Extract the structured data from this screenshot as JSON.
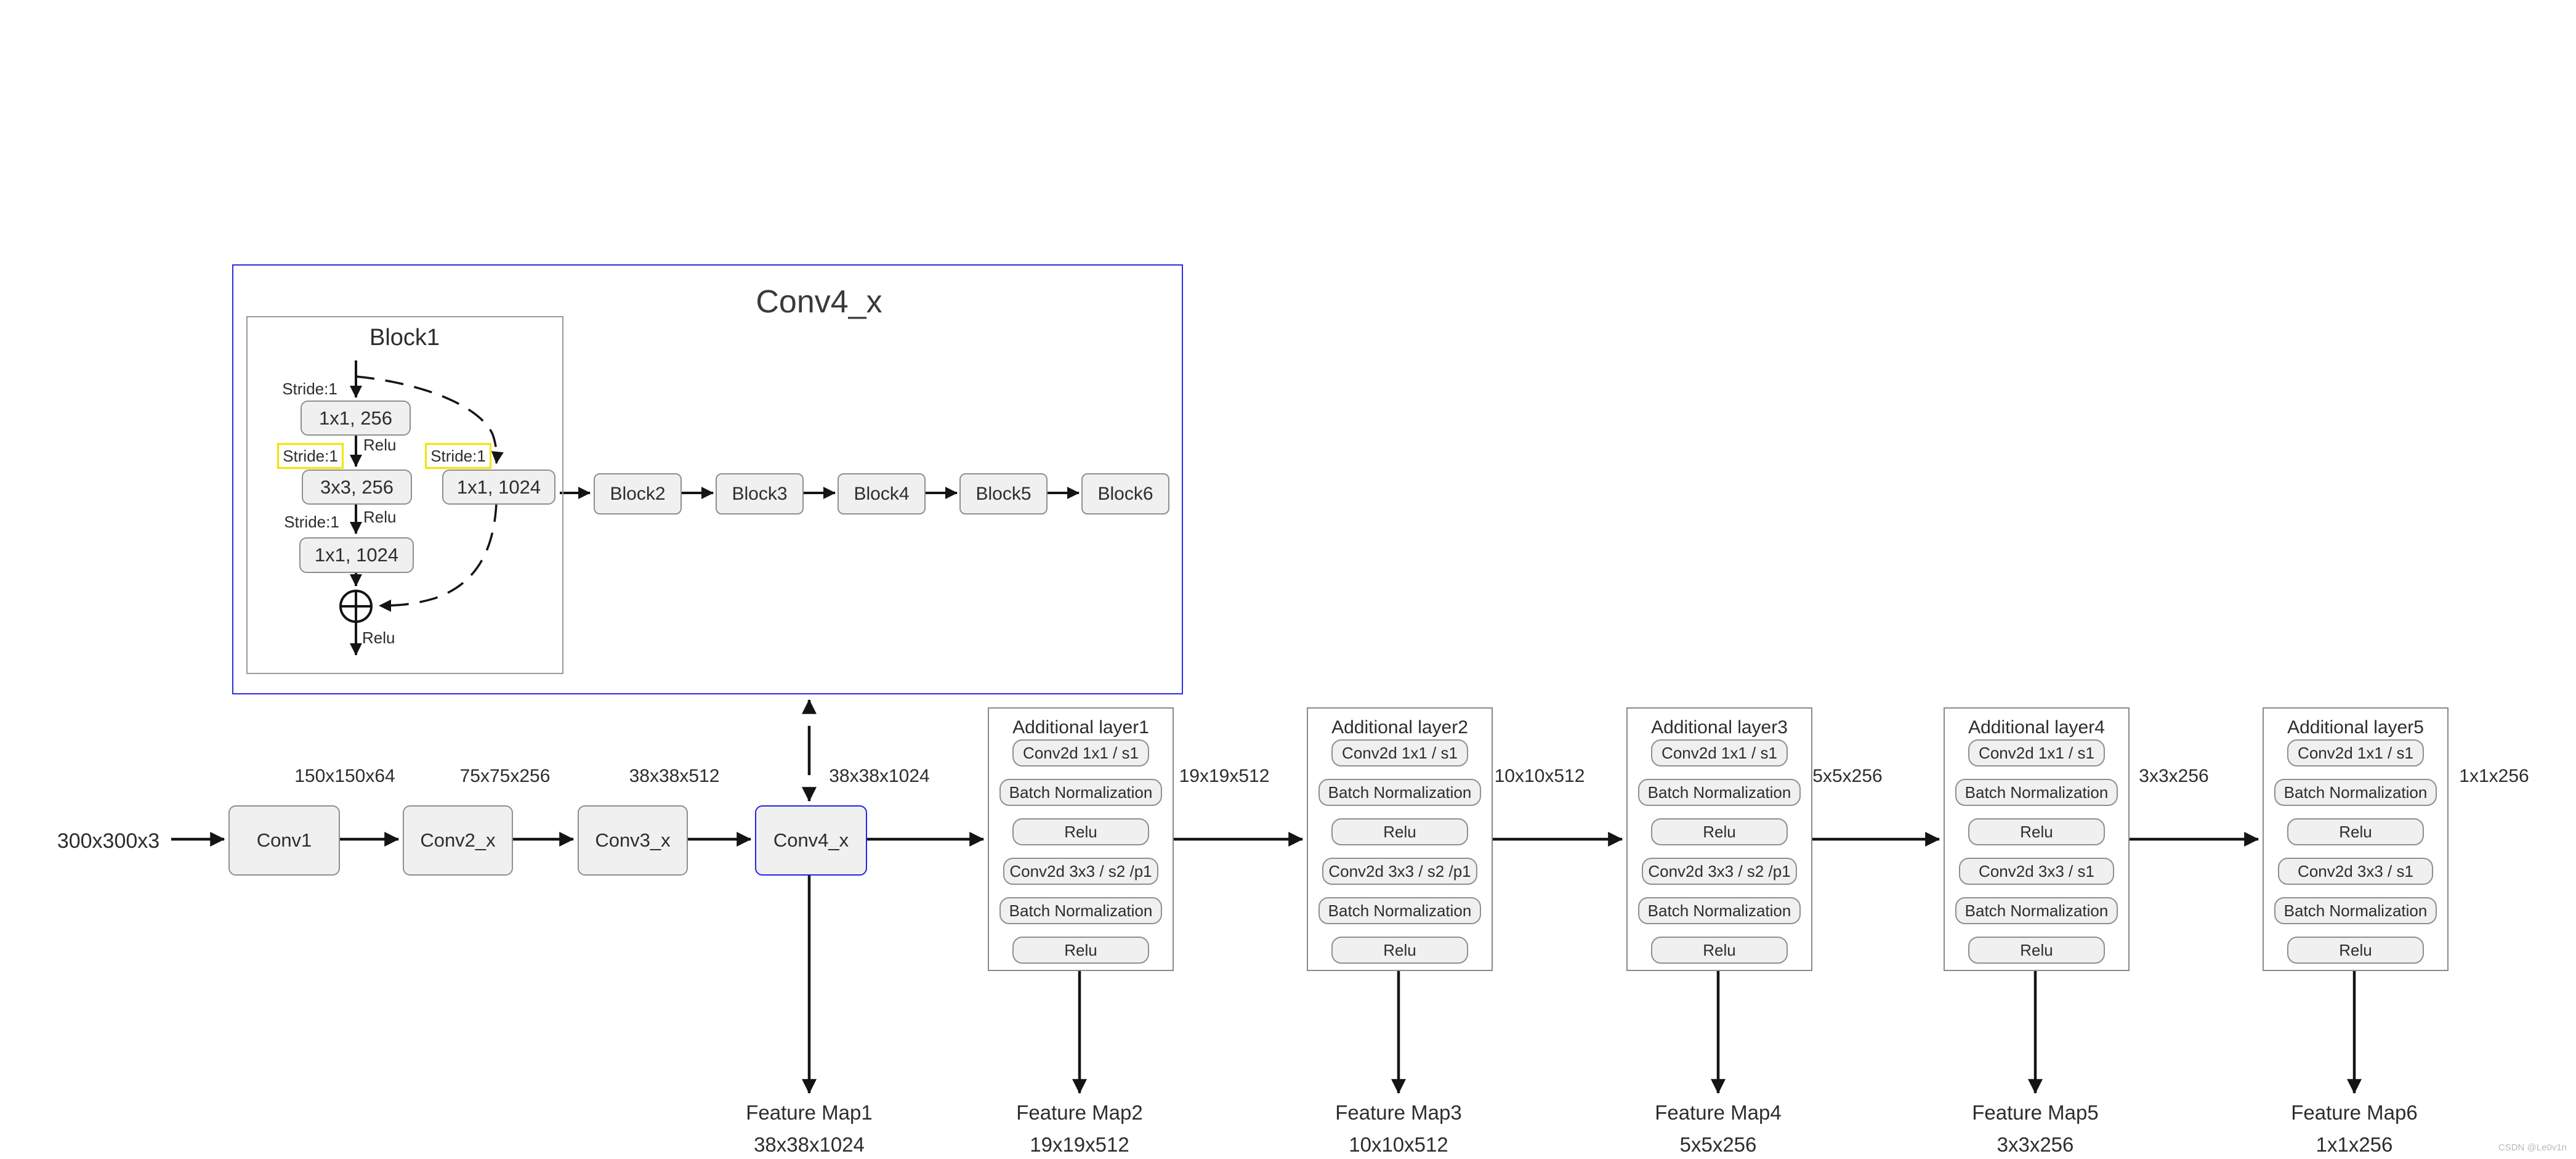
{
  "detail_panel": {
    "title": "Conv4_x",
    "block1": {
      "title": "Block1",
      "stride_top": "Stride:1",
      "stride_left": "Stride:1",
      "stride_right": "Stride:1",
      "stride_bottom": "Stride:1",
      "conv_a": "1x1, 256",
      "conv_b": "3x3, 256",
      "conv_c": "1x1, 1024",
      "shortcut_conv": "1x1, 1024",
      "relu_1": "Relu",
      "relu_2": "Relu",
      "relu_out": "Relu"
    },
    "blocks": [
      "Block2",
      "Block3",
      "Block4",
      "Block5",
      "Block6"
    ]
  },
  "pipeline": {
    "input_dim": "300x300x3",
    "stages": [
      "Conv1",
      "Conv2_x",
      "Conv3_x",
      "Conv4_x"
    ],
    "edge_dims": [
      "150x150x64",
      "75x75x256",
      "38x38x512",
      "38x38x1024",
      "19x19x512",
      "10x10x512",
      "5x5x256",
      "3x3x256",
      "1x1x256"
    ]
  },
  "additional_layers": [
    {
      "title": "Additional layer1",
      "steps": [
        "Conv2d 1x1 / s1",
        "Batch Normalization",
        "Relu",
        "Conv2d 3x3 / s2 /p1",
        "Batch Normalization",
        "Relu"
      ]
    },
    {
      "title": "Additional layer2",
      "steps": [
        "Conv2d 1x1 / s1",
        "Batch Normalization",
        "Relu",
        "Conv2d 3x3 / s2 /p1",
        "Batch Normalization",
        "Relu"
      ]
    },
    {
      "title": "Additional layer3",
      "steps": [
        "Conv2d 1x1 / s1",
        "Batch Normalization",
        "Relu",
        "Conv2d 3x3 / s2 /p1",
        "Batch Normalization",
        "Relu"
      ]
    },
    {
      "title": "Additional layer4",
      "steps": [
        "Conv2d 1x1 / s1",
        "Batch Normalization",
        "Relu",
        "Conv2d 3x3 / s1",
        "Batch Normalization",
        "Relu"
      ]
    },
    {
      "title": "Additional layer5",
      "steps": [
        "Conv2d 1x1 / s1",
        "Batch Normalization",
        "Relu",
        "Conv2d 3x3 / s1",
        "Batch Normalization",
        "Relu"
      ]
    }
  ],
  "feature_maps": [
    {
      "name": "Feature Map1",
      "dim": "38x38x1024"
    },
    {
      "name": "Feature Map2",
      "dim": "19x19x512"
    },
    {
      "name": "Feature Map3",
      "dim": "10x10x512"
    },
    {
      "name": "Feature Map4",
      "dim": "5x5x256"
    },
    {
      "name": "Feature Map5",
      "dim": "3x3x256"
    },
    {
      "name": "Feature Map6",
      "dim": "1x1x256"
    }
  ],
  "watermark": "CSDN @Le0v1n",
  "colors": {
    "panel_border_blue": "#2d2de0",
    "stage_highlight_blue": "#2222ee",
    "stride_highlight_yellow": "#f2e600",
    "node_fill": "#f0f0f0",
    "node_border": "#8f8f8f",
    "wire_black": "#141414",
    "watermark_gray": "#b7bac0"
  }
}
